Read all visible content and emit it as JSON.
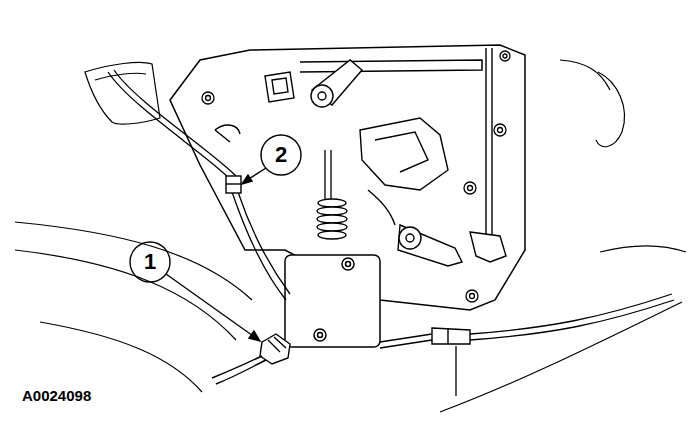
{
  "diagram": {
    "labels": [
      "2",
      "1",
      "A0024098"
    ]
  }
}
